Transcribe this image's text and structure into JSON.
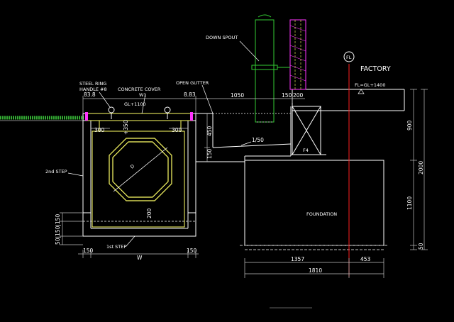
{
  "labels": {
    "down_spout": "DOWN SPOUT",
    "factory": "FACTORY",
    "fl_symbol": "FL",
    "fl_level": "FL=GL+1400",
    "steel_ring_1": "STEEL RING",
    "steel_ring_2": "HANDLE #8",
    "concrete_cover": "CONCRETE COVER",
    "gl_level": "GL+1100",
    "open_gutter": "OPEN GUTTER",
    "slope": "1/50",
    "foundation": "FOUNDATION",
    "second_step": "2nd STEP",
    "first_step": "1st STEP",
    "f4": "F4",
    "d": "D",
    "w1": "W1",
    "w": "W"
  },
  "dims": {
    "d_83_8_left": "83.8",
    "d_83_8_right": "8.83",
    "d_1050": "1050",
    "d_150_top": "150",
    "d_200_top": "200",
    "d_300_left": "300",
    "d_300_right": "300",
    "d_350": "+350",
    "d_450": "450",
    "d_150_mid": "150",
    "d_900": "900",
    "d_2000": "2000",
    "d_1100": "1100",
    "d_50_right": "50",
    "d_200_inner": "200",
    "d_50150150": "50|150|150",
    "d_150_bl": "150",
    "d_150_br": "150",
    "d_1357": "1357",
    "d_453": "453",
    "d_1810": "1810"
  },
  "colors": {
    "background": "#000000",
    "structure_white": "#ffffff",
    "concrete_yellow": "#ffff66",
    "dimension_gray": "#c0c0c0",
    "centerline_red": "#ff2020",
    "pipe_green": "#33cc33",
    "wall_magenta": "#ff33ff",
    "pipe_inner_gray": "#999999",
    "grass_green": "#33aa33"
  }
}
